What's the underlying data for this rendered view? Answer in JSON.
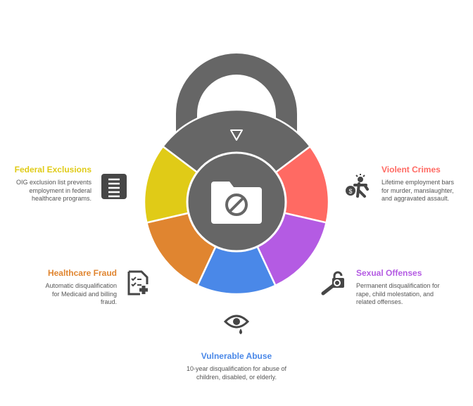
{
  "colors": {
    "gray": "#666666",
    "dark": "#464646",
    "yellow": "#E0CB17",
    "orange": "#E08530",
    "blue": "#4A88E8",
    "purple": "#B45BE3",
    "red": "#FF6A63"
  },
  "items": [
    {
      "title": "Federal Exclusions",
      "text": "OIG exclusion list prevents employment in federal healthcare programs.",
      "icon": "document-list-icon",
      "color": "#E0CB17"
    },
    {
      "title": "Healthcare Fraud",
      "text": "Automatic disqualification for Medicaid and billing fraud.",
      "icon": "checklist-plus-icon",
      "color": "#E08530"
    },
    {
      "title": "Vulnerable Abuse",
      "text": "10-year disqualification for abuse of children, disabled, or elderly.",
      "icon": "crying-eye-icon",
      "color": "#4A88E8"
    },
    {
      "title": "Sexual Offenses",
      "text": "Permanent disqualification for rape, child molestation, and related offenses.",
      "icon": "broken-lock-key-icon",
      "color": "#B45BE3"
    },
    {
      "title": "Violent Crimes",
      "text": "Lifetime employment bars for murder, manslaughter, and aggravated assault.",
      "icon": "thief-money-bag-icon",
      "color": "#FF6A63"
    }
  ],
  "center": {
    "icon": "prohibited-folder-icon"
  }
}
